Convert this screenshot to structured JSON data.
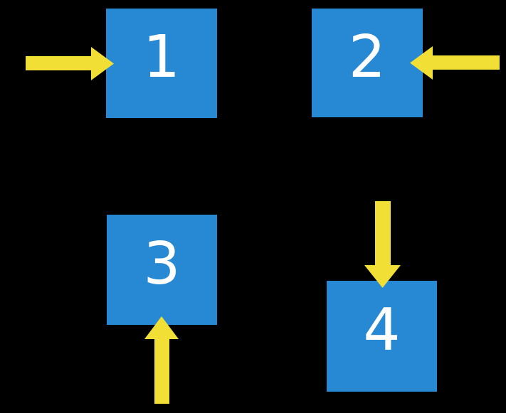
{
  "diagram": {
    "title": "four numbered squares with directional arrows",
    "background_color": "#000000",
    "colors": {
      "square_fill": "#2789d4",
      "arrow_fill": "#f2df35",
      "label_text": "#ffffff"
    },
    "squares": [
      {
        "label": "1",
        "arrow": "arrow points right into left side of square"
      },
      {
        "label": "2",
        "arrow": "arrow points left into right side of square"
      },
      {
        "label": "3",
        "arrow": "arrow points up into bottom side of square"
      },
      {
        "label": "4",
        "arrow": "arrow points down into top side of square"
      }
    ]
  }
}
